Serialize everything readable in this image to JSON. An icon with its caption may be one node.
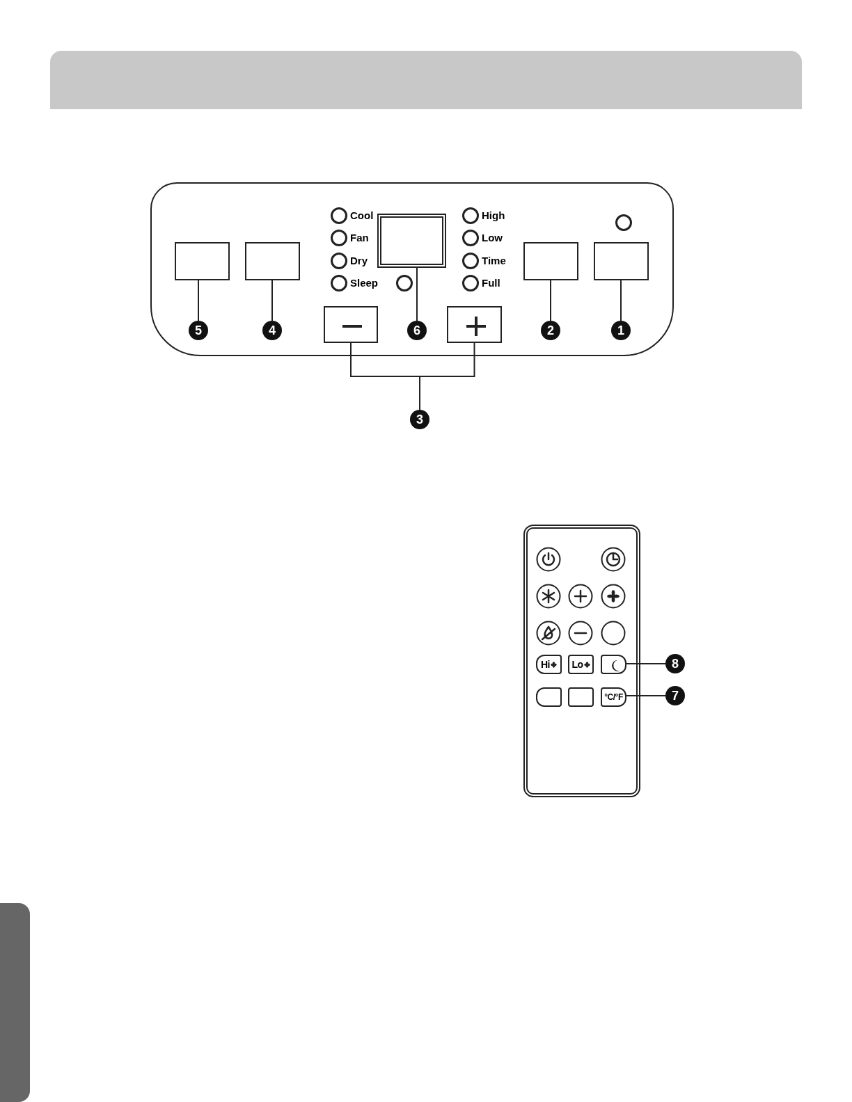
{
  "diagram": {
    "nodes": [
      {
        "text": [],
        "shape": "box"
      },
      {
        "text": [],
        "shape": "box",
        "in": 0
      },
      {
        "text": [],
        "shape": "box",
        "in": 0
      },
      {
        "text": [],
        "shape": "box",
        "in": 0
      },
      {
        "text": [],
        "shape": "box",
        "in": 0
      },
      {
        "text": [],
        "shape": "box",
        "in": 0
      },
      {
        "text": [],
        "shape": "box",
        "in": 0
      },
      {
        "text": [],
        "shape": "box",
        "in": 0
      },
      {
        "text": [
          "5"
        ],
        "in": 0
      },
      {
        "text": [
          "4"
        ],
        "in": 0
      },
      {
        "text": [
          "6"
        ],
        "in": 0
      },
      {
        "text": [
          "2"
        ],
        "in": 0
      },
      {
        "text": [
          "1"
        ],
        "in": 0
      },
      {
        "text": [
          "3"
        ]
      },
      {
        "text": [],
        "shape": "box"
      },
      {
        "text": [
          "Hi"
        ],
        "in": 14
      },
      {
        "text": [
          "Lo"
        ],
        "in": 14
      },
      {
        "text": [],
        "shape": "box",
        "in": 14
      },
      {
        "text": [
          "°C/°F"
        ],
        "in": 14
      },
      {
        "text": [
          "8"
        ]
      },
      {
        "text": [
          "7"
        ]
      },
      {
        "text": [],
        "shape": "bar"
      },
      {
        "text": [],
        "shape": "bar"
      }
    ],
    "edges": [
      {
        "from": 8,
        "to": 1,
        "arrow": "none"
      },
      {
        "from": 9,
        "to": 2,
        "arrow": "none"
      },
      {
        "from": 10,
        "to": 3,
        "arrow": "none"
      },
      {
        "from": 11,
        "to": 6,
        "arrow": "none"
      },
      {
        "from": 12,
        "to": 7,
        "arrow": "none"
      },
      {
        "from": 13,
        "to": 4,
        "arrow": "none"
      },
      {
        "from": 13,
        "to": 5,
        "arrow": "none"
      },
      {
        "from": 19,
        "to": 17,
        "arrow": "none"
      },
      {
        "from": 20,
        "to": 18,
        "arrow": "none"
      }
    ],
    "labels": [
      "Cool",
      "High",
      "Fan",
      "Low",
      "Dry",
      "Time",
      "Sleep",
      "Full"
    ]
  }
}
